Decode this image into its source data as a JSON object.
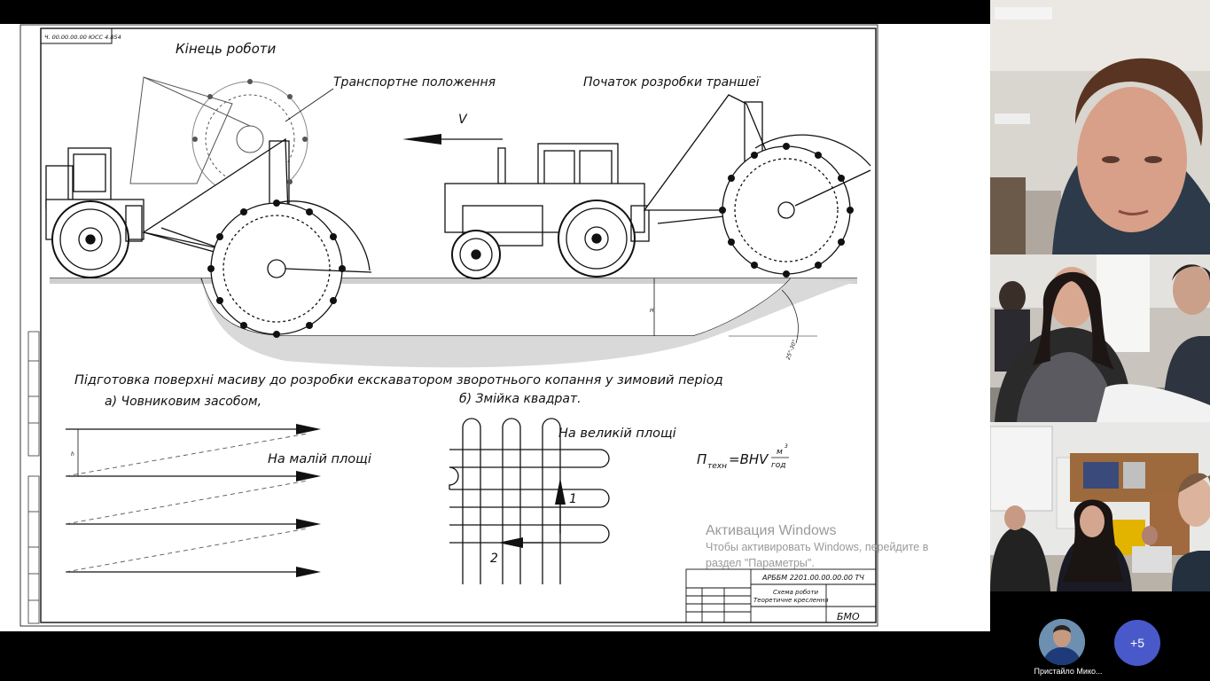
{
  "drawing": {
    "stamp_code": "Ч. 00.00.00.00 ЮСС 4.854",
    "label_end": "Кінець роботи",
    "label_transport": "Транспортне положення",
    "label_start": "Початок розробки траншеї",
    "velocity_label": "V",
    "depth_label": "H",
    "angle_label": "25°-30°",
    "caption_main": "Підготовка поверхні масиву до розробки екскаватором зворотнього копання у зимовий період",
    "caption_a": "а) Човниковим засобом,",
    "caption_b": "б) Змійка квадрат.",
    "label_small_area": "На малій площі",
    "label_large_area": "На великій площі",
    "arrow_num_1": "1",
    "arrow_num_2": "2",
    "h_small": "h",
    "formula_p": "П",
    "formula_sub": "техн",
    "formula_rhs": "=BHV",
    "formula_unit_top": "м",
    "formula_unit_exp": "3",
    "formula_unit_bottom": "год",
    "title_code": "АРББМ 2201.00.00.00.00 ТЧ",
    "title_name_1": "Схема роботи",
    "title_name_2": "Теоретичне креслення",
    "title_org": "БМО"
  },
  "watermark": {
    "title": "Активация Windows",
    "line1": "Чтобы активировать Windows, перейдите в",
    "line2": "раздел \"Параметры\"."
  },
  "participants": {
    "tile_names": [
      "video-tile-speaker",
      "video-tile-classroom-1",
      "video-tile-classroom-2"
    ],
    "bottom_name": "Пристайло Мико...",
    "more_count": "+5"
  },
  "colors": {
    "sheet_line": "#111111",
    "more_button": "#4a59c9",
    "watermark": "#9a9a9a"
  }
}
